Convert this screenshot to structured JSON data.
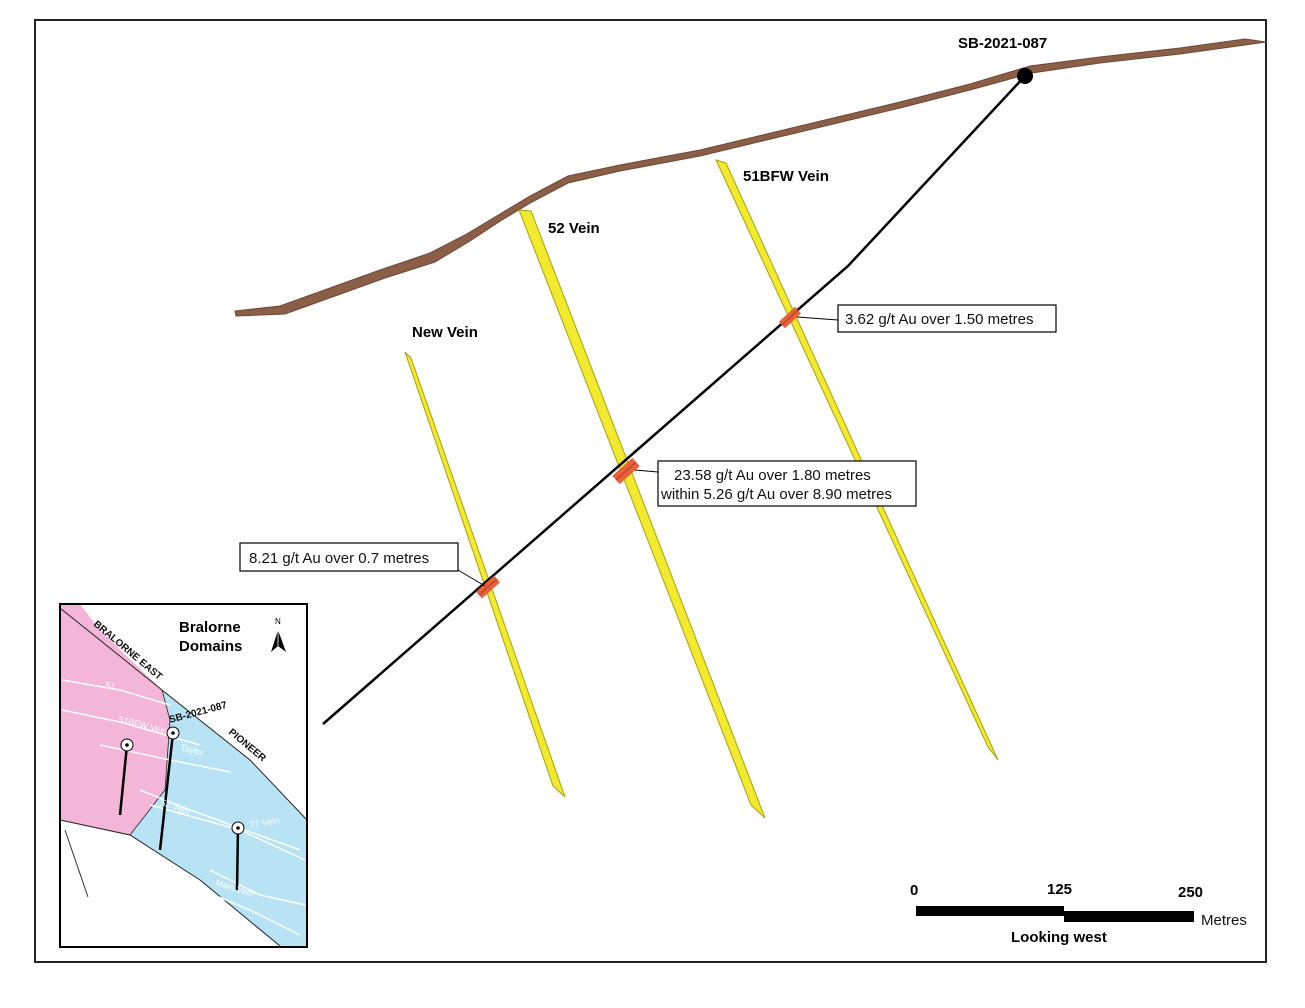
{
  "drillhole": {
    "name": "SB-2021-087"
  },
  "veins": [
    {
      "label": "51BFW Vein"
    },
    {
      "label": "52 Vein"
    },
    {
      "label": "New Vein"
    }
  ],
  "intercepts": [
    {
      "lines": [
        "3.62 g/t Au over 1.50 metres"
      ]
    },
    {
      "lines": [
        "23.58 g/t Au over 1.80 metres",
        "within 5.26 g/t Au over 8.90 metres"
      ]
    },
    {
      "lines": [
        "8.21 g/t Au over 0.7 metres"
      ]
    }
  ],
  "scale_bar": {
    "ticks": [
      "0",
      "125",
      "250"
    ],
    "unit": "Metres",
    "view": "Looking west"
  },
  "inset": {
    "title_line1": "Bralorne",
    "title_line2": "Domains",
    "north": "N",
    "domain_left": "BRALORNE EAST",
    "domain_right": "PIONEER",
    "hole_label": "SB-2021-087",
    "vein_labels": [
      "51",
      "51BFW Vein",
      "Taylor",
      "52 Vein",
      "77 Vein",
      "Main Vein"
    ]
  },
  "colors": {
    "topography": "#8b5e48",
    "vein_fill": "#f2ea2c",
    "vein_edge": "#a89f10",
    "intercept": "#e8603a",
    "bralorne_east": "#f4b6d8",
    "pioneer": "#b7e3f5"
  }
}
